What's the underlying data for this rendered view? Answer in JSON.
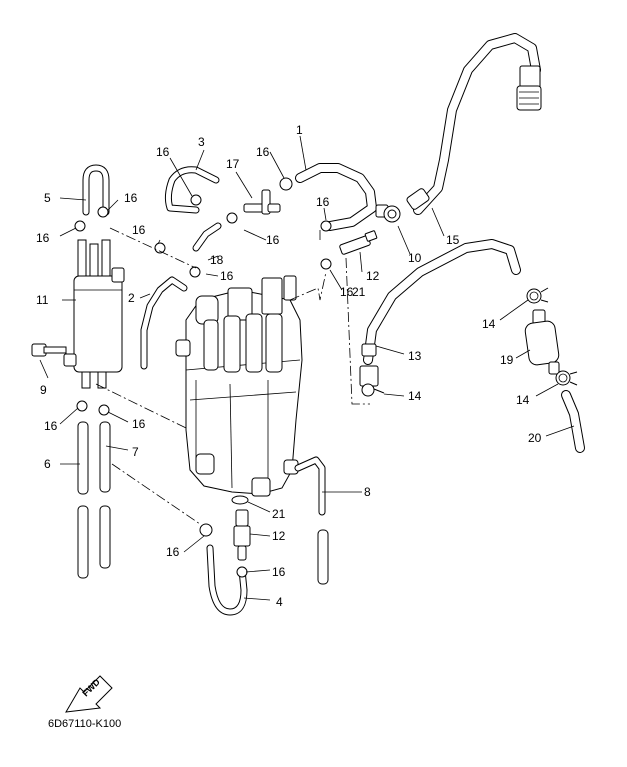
{
  "diagram": {
    "part_code": "6D67110-K100",
    "fwd_label": "FWD",
    "callouts": [
      "1",
      "2",
      "3",
      "4",
      "5",
      "6",
      "7",
      "8",
      "9",
      "10",
      "11",
      "12",
      "12",
      "13",
      "14",
      "14",
      "14",
      "15",
      "16",
      "16",
      "16",
      "16",
      "16",
      "16",
      "16",
      "16",
      "16",
      "16",
      "16",
      "16",
      "16",
      "17",
      "18",
      "19",
      "20",
      "21",
      "21"
    ]
  }
}
